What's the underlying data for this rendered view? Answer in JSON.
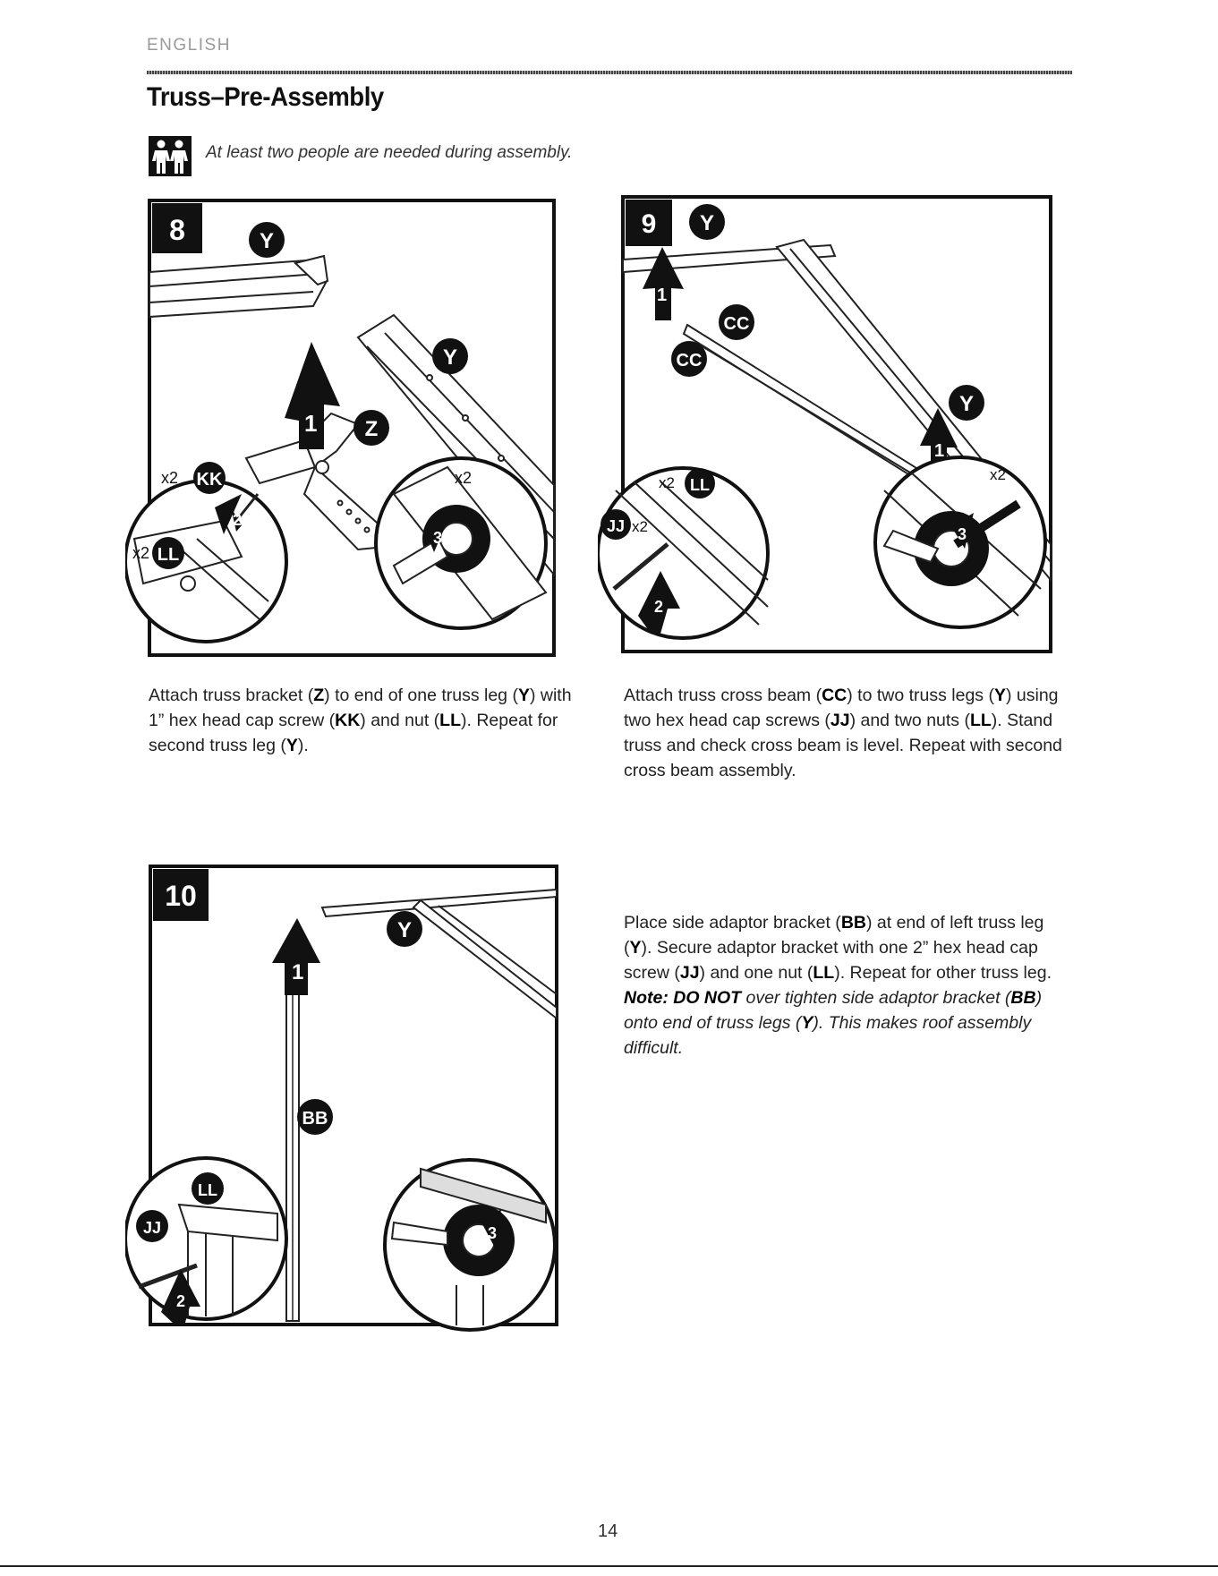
{
  "header": {
    "language": "ENGLISH",
    "title": "Truss–Pre-Assembly",
    "note": "At least two people are needed during assembly.",
    "note_icon": "two-people-icon"
  },
  "steps": [
    {
      "number": "8",
      "callouts": [
        "Y",
        "1",
        "Y",
        "Z",
        "x2",
        "KK",
        "x2",
        "LL",
        "x2",
        "2",
        "3"
      ],
      "text_parts": [
        {
          "t": "Attach truss bracket ("
        },
        {
          "t": "Z",
          "b": true
        },
        {
          "t": ") to end of one truss leg ("
        },
        {
          "t": "Y",
          "b": true
        },
        {
          "t": ") with 1” hex head cap screw ("
        },
        {
          "t": "KK",
          "b": true
        },
        {
          "t": ") and nut ("
        },
        {
          "t": "LL",
          "b": true
        },
        {
          "t": "). Repeat for second truss leg ("
        },
        {
          "t": "Y",
          "b": true
        },
        {
          "t": ")."
        }
      ]
    },
    {
      "number": "9",
      "callouts": [
        "Y",
        "1",
        "CC",
        "CC",
        "Y",
        "1",
        "x2",
        "LL",
        "JJ",
        "x2",
        "2",
        "x2",
        "3"
      ],
      "text_parts": [
        {
          "t": "Attach truss cross beam ("
        },
        {
          "t": "CC",
          "b": true
        },
        {
          "t": ") to two truss legs ("
        },
        {
          "t": "Y",
          "b": true
        },
        {
          "t": ") using two hex head cap screws ("
        },
        {
          "t": "JJ",
          "b": true
        },
        {
          "t": ") and two nuts ("
        },
        {
          "t": "LL",
          "b": true
        },
        {
          "t": "). Stand truss and check cross beam is level. Repeat with second cross beam assembly."
        }
      ]
    },
    {
      "number": "10",
      "callouts": [
        "Y",
        "1",
        "BB",
        "LL",
        "JJ",
        "2",
        "3"
      ],
      "text_parts": [
        {
          "t": "Place side adaptor bracket ("
        },
        {
          "t": "BB",
          "b": true
        },
        {
          "t": ") at end of left truss leg ("
        },
        {
          "t": "Y",
          "b": true
        },
        {
          "t": "). Secure adaptor bracket with one 2” hex head cap screw ("
        },
        {
          "t": "JJ",
          "b": true
        },
        {
          "t": ") and one nut ("
        },
        {
          "t": "LL",
          "b": true
        },
        {
          "t": "). Repeat for other truss leg."
        }
      ],
      "warning_parts": [
        {
          "t": "Note: DO NOT",
          "b": true
        },
        {
          "t": " over tighten side adaptor bracket ("
        },
        {
          "t": "BB",
          "b": true
        },
        {
          "t": ") onto end of truss legs ("
        },
        {
          "t": "Y",
          "b": true
        },
        {
          "t": "). This makes roof assembly difficult."
        }
      ]
    }
  ],
  "page_number": "14"
}
